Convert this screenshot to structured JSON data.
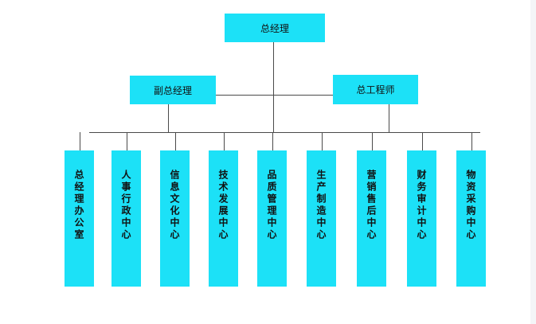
{
  "chart": {
    "root": "总经理",
    "deputies": [
      "副总经理",
      "总工程师"
    ],
    "departments": [
      "总经理办公室",
      "人事行政中心",
      "信息文化中心",
      "技术发展中心",
      "品质管理中心",
      "生产制造中心",
      "营销售后中心",
      "财务审计中心",
      "物资采购中心"
    ]
  },
  "colors": {
    "box_fill": "#1ce1f7",
    "line": "#4a4a4a",
    "text": "#111111"
  }
}
